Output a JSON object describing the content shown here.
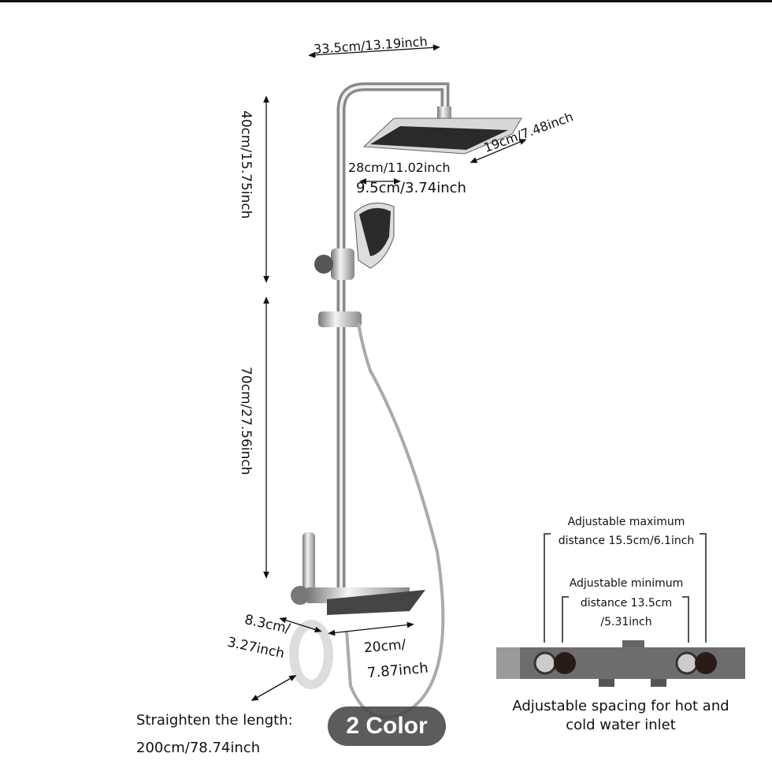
{
  "dimensions": {
    "arm_width": "33.5cm/13.19inch",
    "top_height": "40cm/15.75inch",
    "head_width": "28cm/11.02inch",
    "head_depth": "19cm/7.48inch",
    "handheld_width": "9.5cm/3.74inch",
    "bar_height": "70cm/27.56inch",
    "spout_a": "8.3cm/",
    "spout_b": "3.27inch",
    "shelf_a": "20cm/",
    "shelf_b": "7.87inch"
  },
  "hose": {
    "line1": "Straighten the length:",
    "line2": "200cm/78.74inch"
  },
  "badge": "2 Color",
  "inlet": {
    "max_1": "Adjustable maximum",
    "max_2": "distance 15.5cm/6.1inch",
    "min_1": "Adjustable minimum",
    "min_2": "distance 13.5cm",
    "min_3": "/5.31inch",
    "caption_1": "Adjustable spacing for hot and",
    "caption_2": "cold water inlet"
  }
}
